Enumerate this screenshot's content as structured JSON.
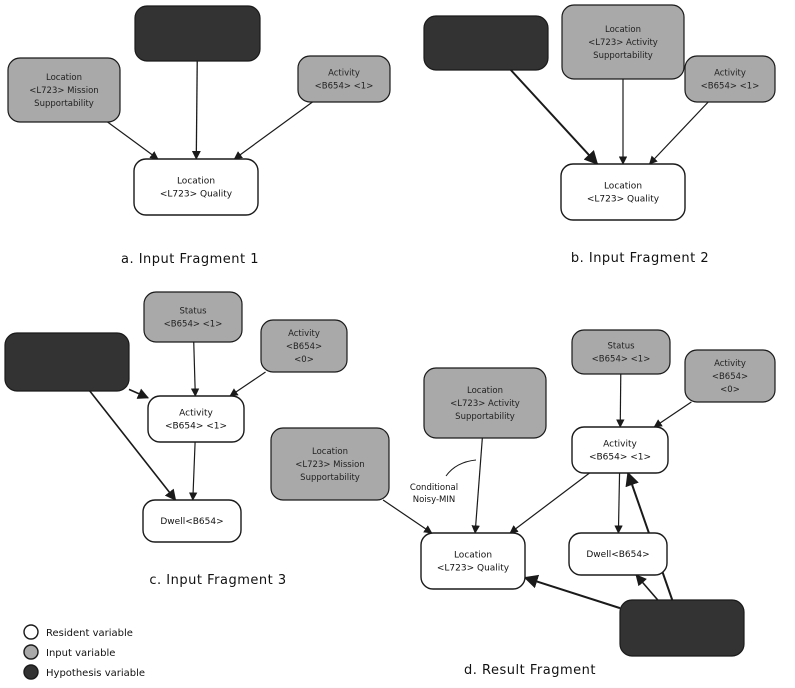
{
  "colors": {
    "resident_fill": "#ffffff",
    "input_fill": "#a9a9a9",
    "hypothesis_fill": "#333333",
    "stroke": "#1a1a1a"
  },
  "fragments": {
    "a": {
      "caption": "a.  Input Fragment 1",
      "nodes": {
        "hyp": {
          "kind": "hypothesis",
          "lines": []
        },
        "mission": {
          "kind": "input",
          "lines": [
            "Location",
            "<L723> Mission",
            "Supportability"
          ]
        },
        "activity": {
          "kind": "input",
          "lines": [
            "Activity",
            "<B654> <1>"
          ]
        },
        "quality": {
          "kind": "resident",
          "lines": [
            "Location",
            "<L723> Quality"
          ]
        }
      }
    },
    "b": {
      "caption": "b.  Input Fragment 2",
      "nodes": {
        "hyp": {
          "kind": "hypothesis",
          "lines": []
        },
        "activity_supp": {
          "kind": "input",
          "lines": [
            "Location",
            "<L723> Activity",
            "Supportability"
          ]
        },
        "activity": {
          "kind": "input",
          "lines": [
            "Activity",
            "<B654> <1>"
          ]
        },
        "quality": {
          "kind": "resident",
          "lines": [
            "Location",
            "<L723> Quality"
          ]
        }
      }
    },
    "c": {
      "caption": "c.  Input Fragment 3",
      "nodes": {
        "hyp": {
          "kind": "hypothesis",
          "lines": []
        },
        "status": {
          "kind": "input",
          "lines": [
            "Status",
            "<B654> <1>"
          ]
        },
        "activity0": {
          "kind": "input",
          "lines": [
            "Activity",
            "<B654>",
            "<0>"
          ]
        },
        "activity1": {
          "kind": "resident",
          "lines": [
            "Activity",
            "<B654> <1>"
          ]
        },
        "dwell": {
          "kind": "resident",
          "lines": [
            "Dwell<B654>"
          ]
        }
      }
    },
    "d": {
      "caption": "d.  Result Fragment",
      "annotation": [
        "Conditional",
        "Noisy-MIN"
      ],
      "nodes": {
        "status": {
          "kind": "input",
          "lines": [
            "Status",
            "<B654> <1>"
          ]
        },
        "activity0": {
          "kind": "input",
          "lines": [
            "Activity",
            "<B654>",
            "<0>"
          ]
        },
        "activity_supp": {
          "kind": "input",
          "lines": [
            "Location",
            "<L723> Activity",
            "Supportability"
          ]
        },
        "mission": {
          "kind": "input",
          "lines": [
            "Location",
            "<L723> Mission",
            "Supportability"
          ]
        },
        "activity1": {
          "kind": "resident",
          "lines": [
            "Activity",
            "<B654> <1>"
          ]
        },
        "quality": {
          "kind": "resident",
          "lines": [
            "Location",
            "<L723> Quality"
          ]
        },
        "dwell": {
          "kind": "resident",
          "lines": [
            "Dwell<B654>"
          ]
        },
        "hyp": {
          "kind": "hypothesis",
          "lines": []
        }
      }
    }
  },
  "legend": [
    {
      "kind": "resident",
      "label": "Resident variable"
    },
    {
      "kind": "input",
      "label": "Input variable"
    },
    {
      "kind": "hypothesis",
      "label": "Hypothesis variable"
    }
  ]
}
